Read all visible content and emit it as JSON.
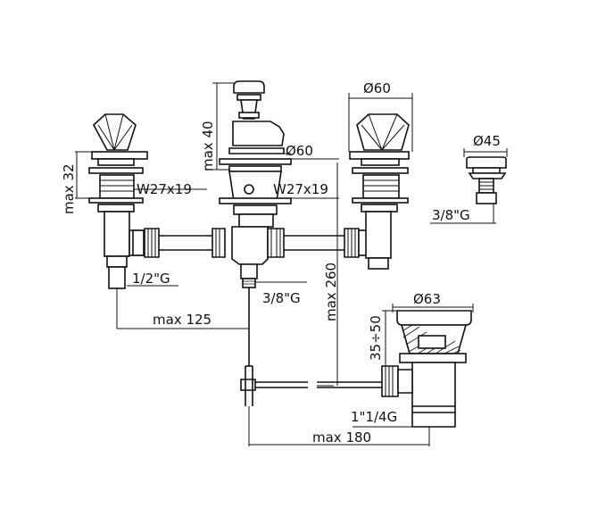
{
  "dimensions": {
    "max_32": "max 32",
    "w27x19_left": "W27x19",
    "half_inch_g": "1/2\"G",
    "max_125": "max 125",
    "max_40": "max 40",
    "dia60_center": "Ø60",
    "w27x19_center": "W27x19",
    "three_eighth_g_center": "3/8\"G",
    "max_260": "max 260",
    "dia60_right": "Ø60",
    "dia45": "Ø45",
    "three_eighth_g_right": "3/8\"G",
    "dia63": "Ø63",
    "range_35_50": "35÷50",
    "one_quarter_g": "1\"1/4G",
    "max_180": "max 180"
  }
}
